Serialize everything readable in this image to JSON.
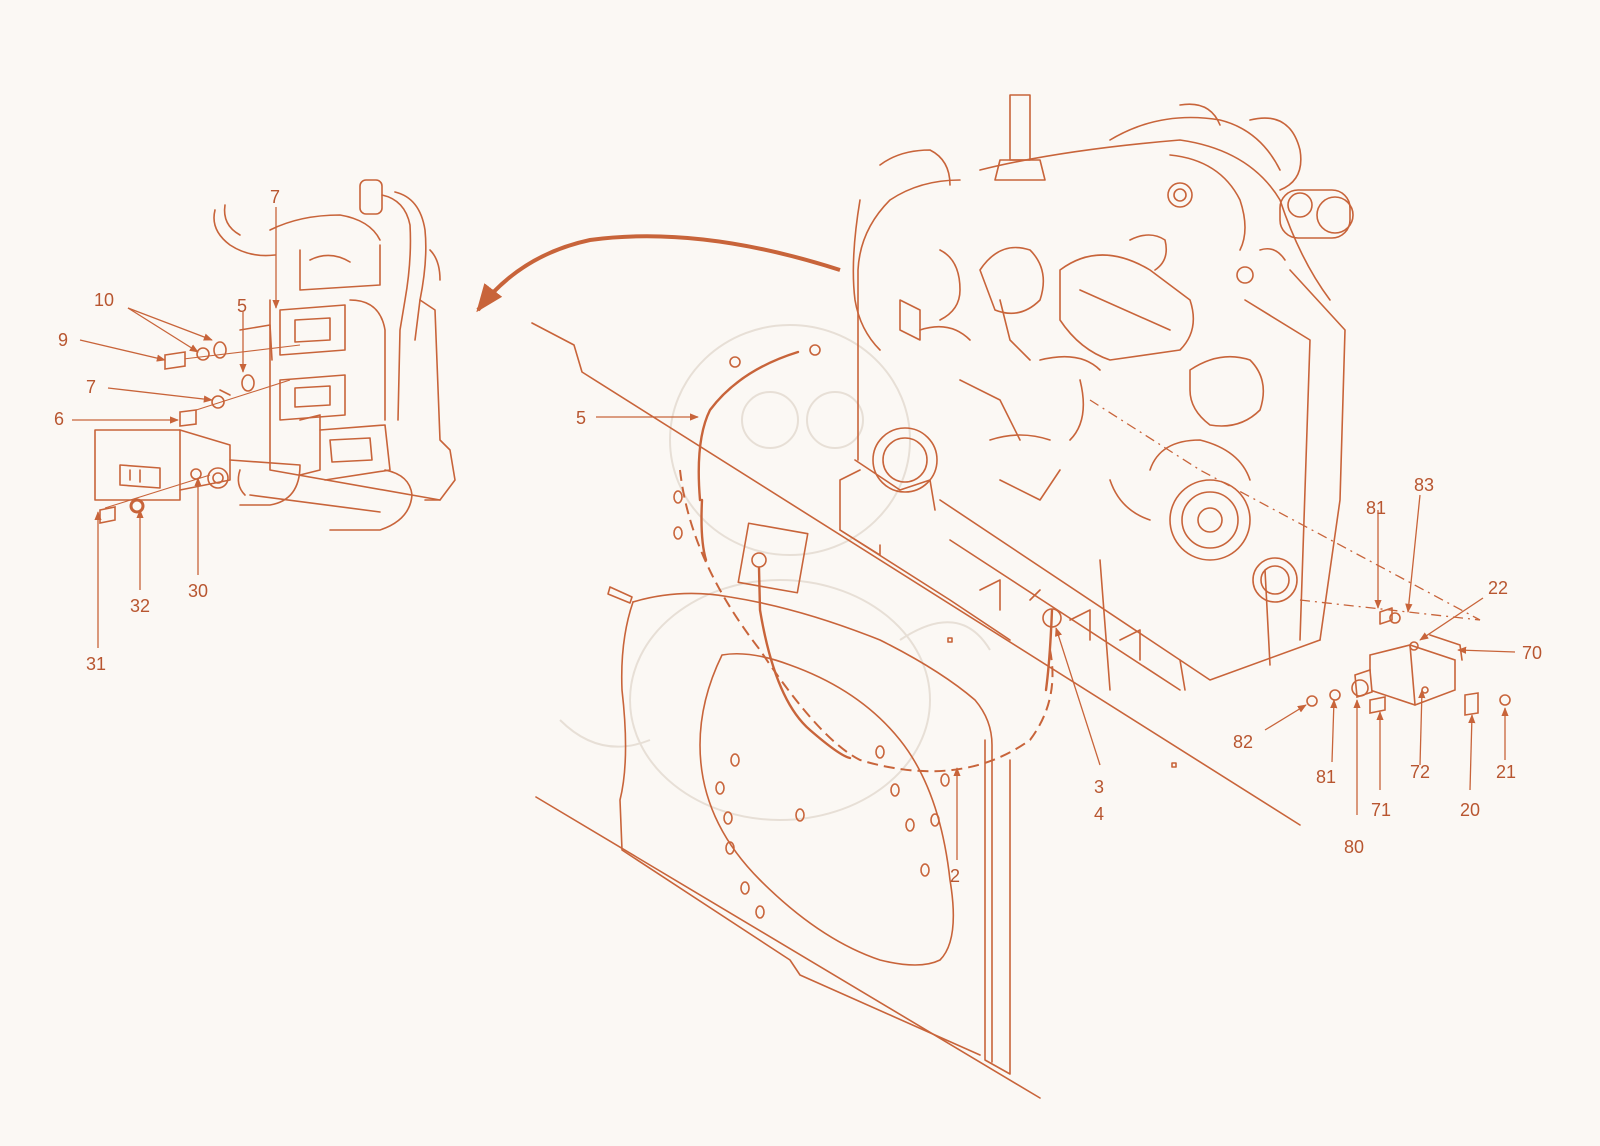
{
  "diagram": {
    "accent_color": "#c8643a",
    "background_color": "#fbf8f4",
    "callouts": {
      "c10": "10",
      "c9": "9",
      "c7a": "7",
      "c7b": "7",
      "c5a": "5",
      "c6": "6",
      "c31": "31",
      "c32": "32",
      "c30": "30",
      "c5b": "5",
      "c3": "3",
      "c4": "4",
      "c2": "2",
      "c81a": "81",
      "c83": "83",
      "c22": "22",
      "c70": "70",
      "c82": "82",
      "c81b": "81",
      "c80": "80",
      "c71": "71",
      "c72": "72",
      "c20": "20",
      "c21": "21"
    }
  }
}
